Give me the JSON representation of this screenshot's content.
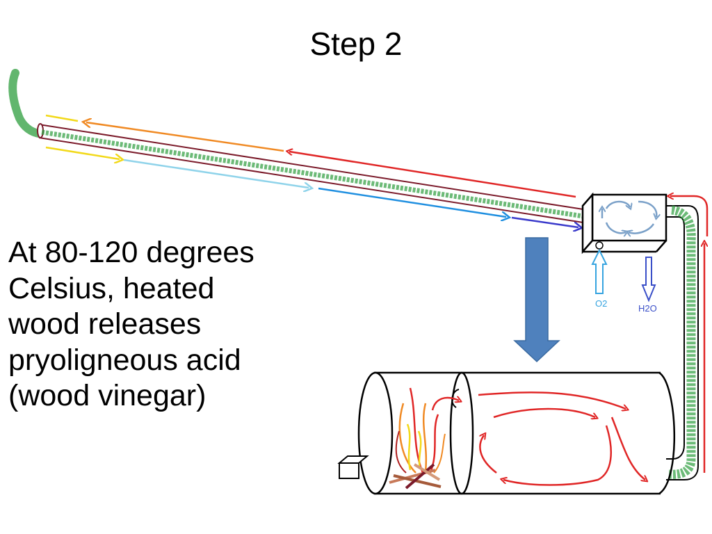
{
  "slide": {
    "title": "Step 2",
    "body_lines": [
      "At 80-120 degrees",
      "Celsius, heated",
      "wood releases",
      "pryoligneous acid",
      "(wood vinegar)"
    ]
  },
  "diagram": {
    "inlet_label": "O2",
    "outlet_label": "H2O",
    "colors": {
      "pipe_outline": "#7b1a2a",
      "smoke": "#2e9e3e",
      "heat_flow": "#e02626",
      "warm_flow": "#f08a24",
      "cool_flow": "#f2d91a",
      "cold_flow_light": "#8fd3ea",
      "cold_flow": "#1f8fe0",
      "cold_flow_dark": "#3a3acb",
      "big_arrow": "#4f81bd",
      "o2_arrow": "#36a4e0",
      "h2o_arrow": "#3a4fc8",
      "condenser_swirl": "#7aa0c8",
      "firewood": "#c87a5a"
    }
  }
}
